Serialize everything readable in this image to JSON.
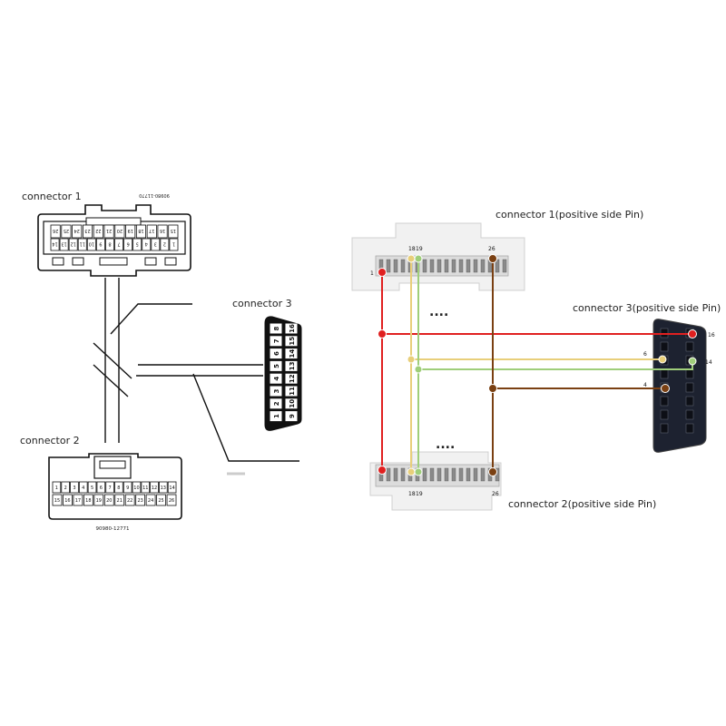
{
  "left": {
    "connector1": {
      "label": "connector 1",
      "part_number": "90980-11770",
      "row_top": [
        "26",
        "25",
        "24",
        "23",
        "22",
        "21",
        "20",
        "19",
        "18",
        "17",
        "16",
        "15"
      ],
      "row_bottom": [
        "14",
        "13",
        "12",
        "11",
        "10",
        "9",
        "8",
        "7",
        "6",
        "5",
        "4",
        "3",
        "2",
        "1"
      ]
    },
    "connector2": {
      "label": "connector 2",
      "part_number": "90980-12771",
      "row_top": [
        "1",
        "2",
        "3",
        "4",
        "5",
        "6",
        "7",
        "8",
        "9",
        "10",
        "11",
        "12",
        "13",
        "14"
      ],
      "row_bottom": [
        "15",
        "16",
        "17",
        "18",
        "19",
        "20",
        "21",
        "22",
        "23",
        "24",
        "25",
        "26"
      ]
    },
    "connector3": {
      "label": "connector 3",
      "pins_left": [
        "8",
        "7",
        "6",
        "5",
        "4",
        "3",
        "2",
        "1"
      ],
      "pins_right": [
        "16",
        "15",
        "14",
        "13",
        "12",
        "11",
        "10",
        "9"
      ]
    }
  },
  "right": {
    "connector1": {
      "label": "connector 1(positive side Pin)",
      "pin_18": "18",
      "pin_19": "19",
      "pin_26": "26",
      "pin_1": "1"
    },
    "connector2": {
      "label": "connector 2(positive side Pin)",
      "pin_18": "18",
      "pin_19": "19",
      "pin_26": "26"
    },
    "connector3": {
      "label": "connector 3(positive side Pin)",
      "pin_16": "16",
      "pin_6": "6",
      "pin_14": "14",
      "pin_4": "4"
    },
    "ellipsis": "....",
    "wire_colors": {
      "pin1_to_16": "#e02020",
      "pin18_to_6": "#e8cf7a",
      "pin19_to_14": "#9fce7a",
      "pin26_to_4": "#7a4012"
    }
  }
}
